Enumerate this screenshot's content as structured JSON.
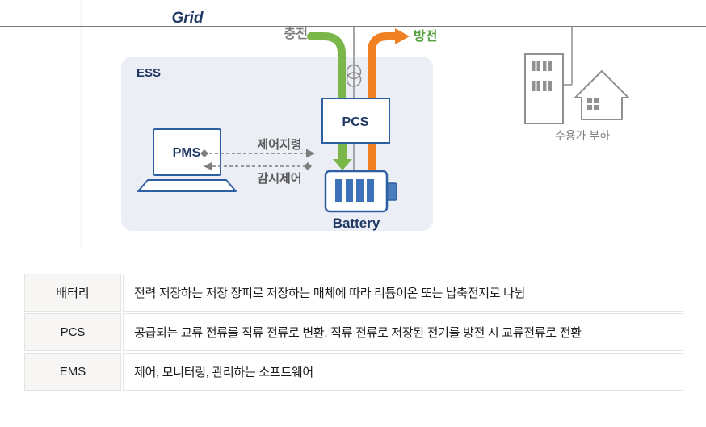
{
  "diagram": {
    "grid_label": "Grid",
    "charge_label": "충전",
    "discharge_label": "방전",
    "ess_label": "ESS",
    "pms_label": "PMS",
    "pcs_label": "PCS",
    "battery_label": "Battery",
    "control_command_label": "제어지령",
    "monitoring_control_label": "감시제어",
    "consumer_load_label": "수용가 부하",
    "colors": {
      "charge_green": "#7ab648",
      "discharge_orange": "#ef8122",
      "discharge_label_green": "#55a03c",
      "navy_text": "#1f3864",
      "box_border_blue": "#2e5fa3",
      "battery_bar_blue": "#3c72b8",
      "line_gray": "#8c8c8c",
      "ess_fill": "#eceef5"
    }
  },
  "table": {
    "rows": [
      {
        "term": "배터리",
        "description": "전력 저장하는 저장 장피로 저장하는 매체에 따라 리튬이온 또는 납축전지로 나뉨"
      },
      {
        "term": "PCS",
        "description": "공급되는 교류 전류를 직류 전류로 변환, 직류 전류로 저장된 전기를 방전 시 교류전류로 전환"
      },
      {
        "term": "EMS",
        "description": "제어, 모니터링, 관리하는 소프트웨어"
      }
    ]
  }
}
